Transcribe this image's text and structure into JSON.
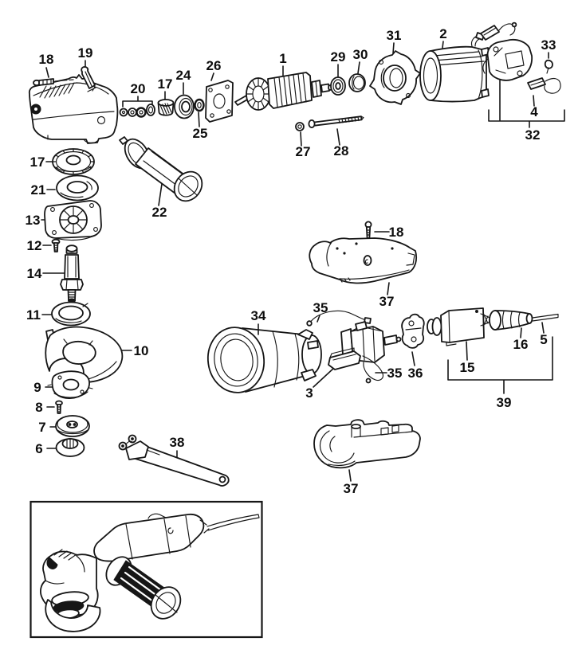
{
  "figure": {
    "kind": "exploded-parts-diagram",
    "subject": "angle grinder service parts drawing with inset assembled view",
    "background": "#ffffff",
    "ink": "#161616"
  },
  "callouts": {
    "screw18_top": "18",
    "lever19": "19",
    "set20": "20",
    "pinion17_top": "17",
    "bearing24": "24",
    "gasket26": "26",
    "ring25": "25",
    "armature1": "1",
    "bearing29": "29",
    "ring30": "30",
    "baffle31": "31",
    "field2": "2",
    "clip33": "33",
    "brush4": "4",
    "brushset32": "32",
    "nut27": "27",
    "bolt28": "28",
    "gear17_left": "17",
    "washer21": "21",
    "plate13": "13",
    "screw12": "12",
    "spindle14": "14",
    "handle22": "22",
    "ring11": "11",
    "guard10": "10",
    "flange9": "9",
    "screw8": "8",
    "flange7": "7",
    "nut6": "6",
    "screw18_mid": "18",
    "cover37_top": "37",
    "housing34": "34",
    "wire35_a": "35",
    "support3": "3",
    "wire35_b": "35",
    "lever36": "36",
    "switch15": "15",
    "protector16": "16",
    "cord5": "5",
    "group39": "39",
    "wrench38": "38",
    "cover37_bottom": "37"
  }
}
